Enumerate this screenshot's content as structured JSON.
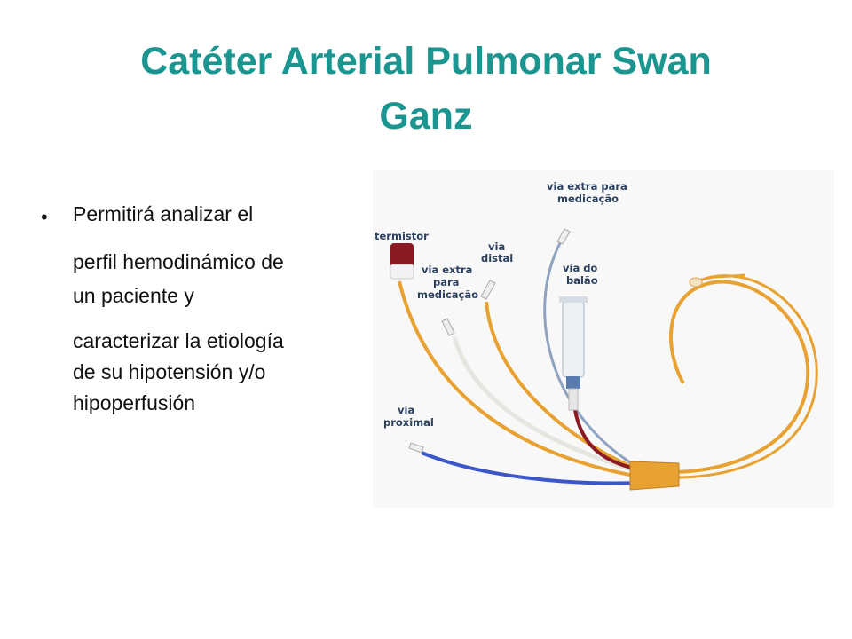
{
  "title": {
    "line1": "Catéter Arterial Pulmonar  Swan",
    "line2": "Ganz"
  },
  "bullet": {
    "lines": [
      "Permitirá analizar el",
      "perfil hemodinámico de",
      "un paciente y",
      "caracterizar la etiología",
      "de su hipotensión y/o",
      "hipoperfusión"
    ]
  },
  "figure": {
    "labels": {
      "termistor": "termistor",
      "extra_top_1": "via extra para",
      "extra_top_2": "medicação",
      "distal_1": "via",
      "distal_2": "distal",
      "extra_mid_1": "via extra",
      "extra_mid_2": "para",
      "extra_mid_3": "medicação",
      "balao_1": "via do",
      "balao_2": "balão",
      "proximal_1": "via",
      "proximal_2": "proximal"
    },
    "colors": {
      "orange_tube": "#e8a232",
      "blue_tube": "#3a56c9",
      "dark_red_tube": "#8b1a24",
      "gray_blue_tube": "#8fa3c0",
      "white_tube": "#e6e6e0",
      "label_text": "#2c4160",
      "title": "#1a9590"
    }
  }
}
